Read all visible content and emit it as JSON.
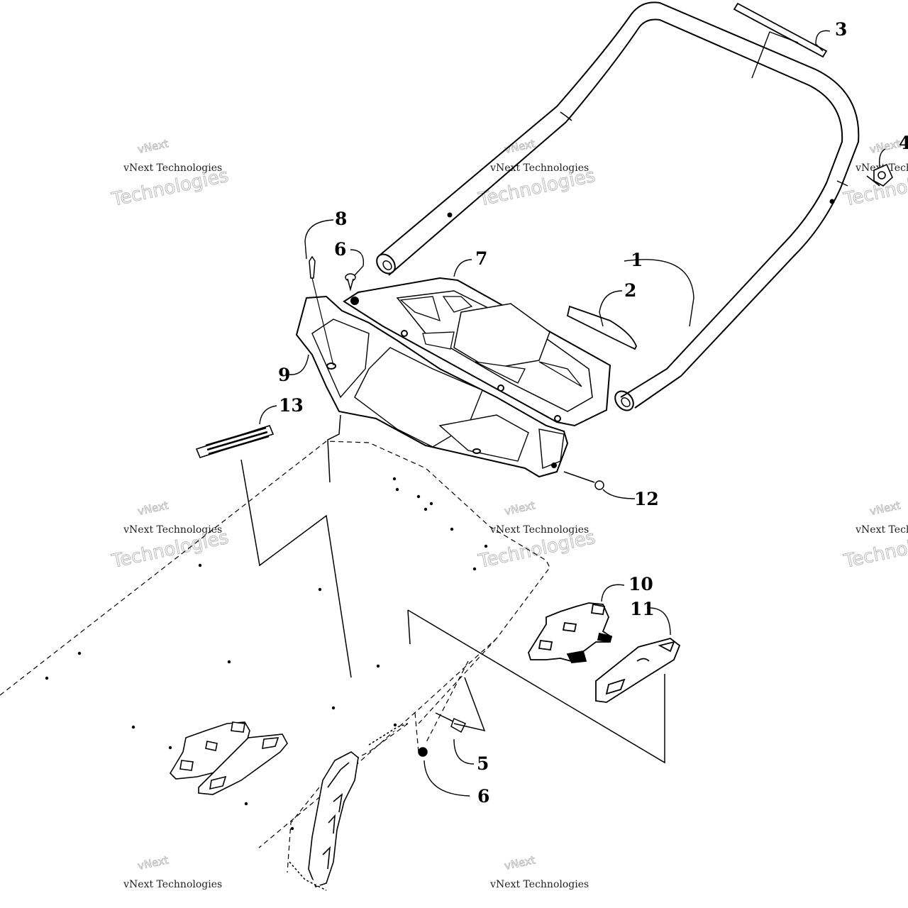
{
  "watermark": {
    "line1": "vNext",
    "line2": "vNext Technologies",
    "line3": "Technologies"
  },
  "callouts": [
    {
      "id": "c1",
      "label": "1"
    },
    {
      "id": "c2",
      "label": "2"
    },
    {
      "id": "c3",
      "label": "3"
    },
    {
      "id": "c4",
      "label": "4"
    },
    {
      "id": "c5",
      "label": "5"
    },
    {
      "id": "c6a",
      "label": "6"
    },
    {
      "id": "c6b",
      "label": "6"
    },
    {
      "id": "c7",
      "label": "7"
    },
    {
      "id": "c8",
      "label": "8"
    },
    {
      "id": "c9",
      "label": "9"
    },
    {
      "id": "c10",
      "label": "10"
    },
    {
      "id": "c11",
      "label": "11"
    },
    {
      "id": "c12",
      "label": "12"
    },
    {
      "id": "c13",
      "label": "13"
    }
  ],
  "colors": {
    "line": "#000000",
    "watermark": "#b5b5b5",
    "background": "#ffffff"
  }
}
